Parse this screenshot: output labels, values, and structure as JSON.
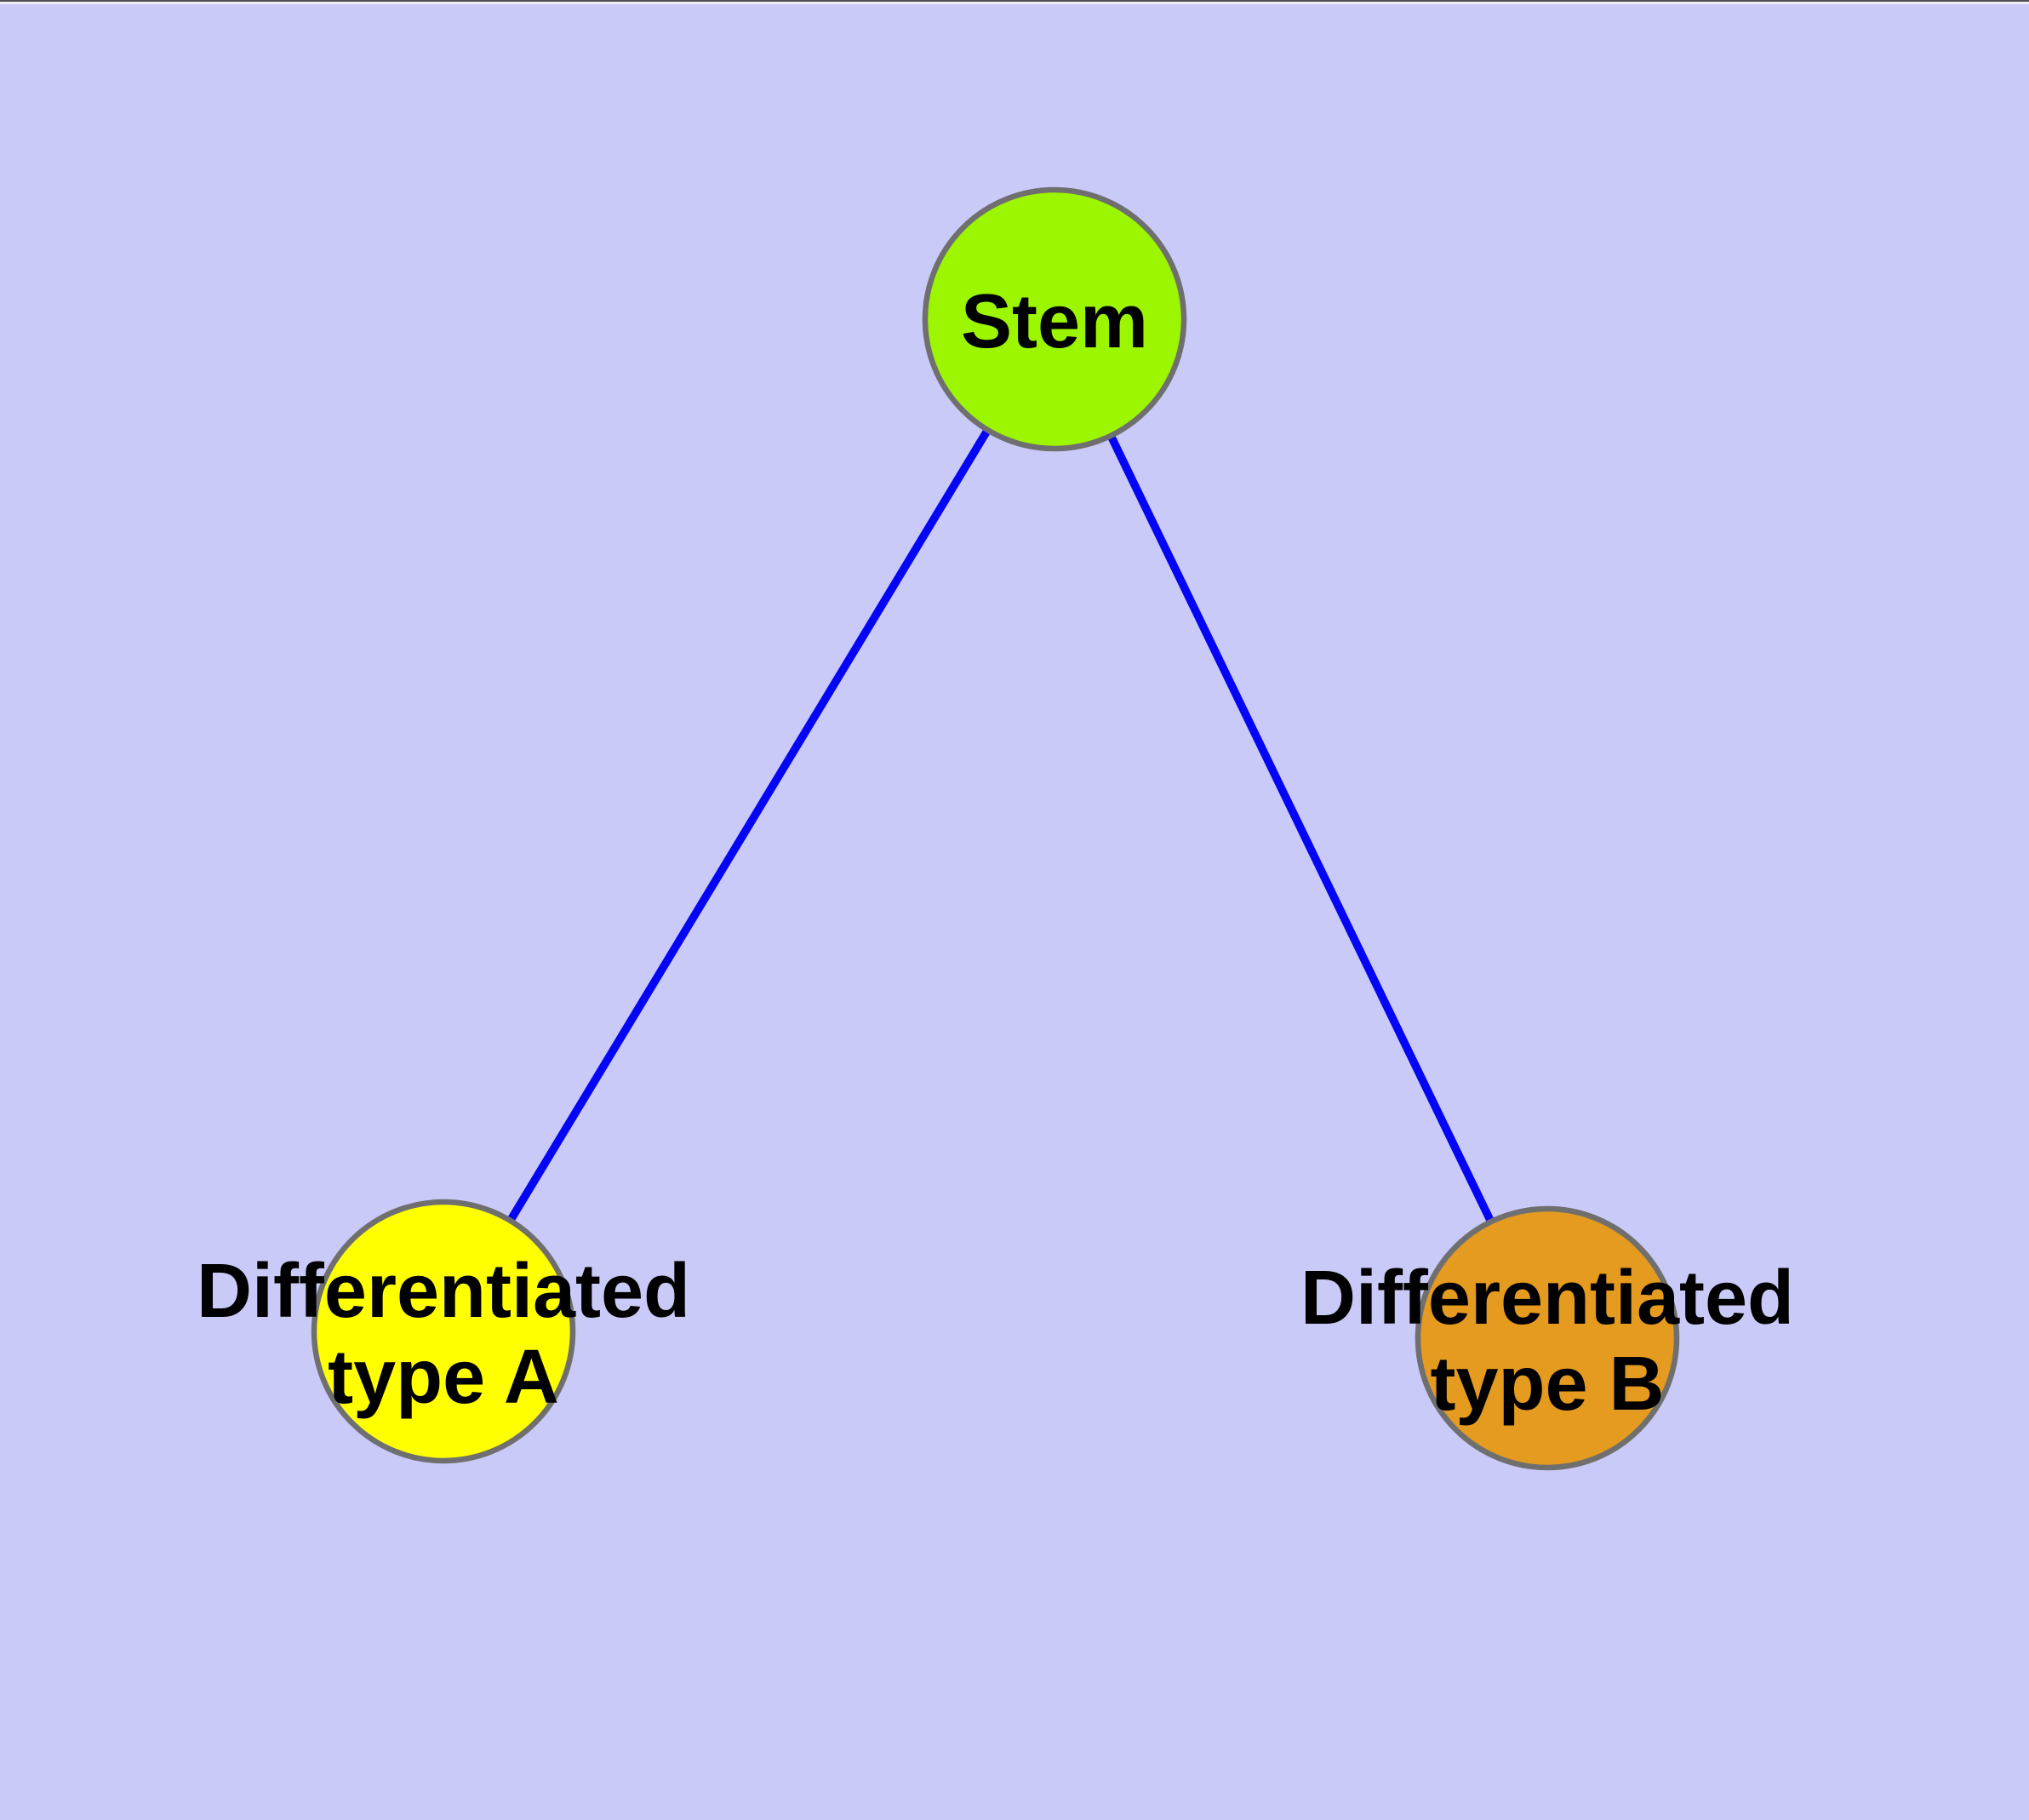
{
  "background": {
    "color": "#C9CAF7",
    "top_edge_dark": "#4F4F4F",
    "top_edge_light": "#EFEFFB"
  },
  "graph": {
    "node_stroke": "#6F6F6F",
    "edge_color": "#0505F5",
    "label_color": "#000000",
    "nodes": [
      {
        "id": "stem",
        "label": "Stem",
        "fill": "#9CF600"
      },
      {
        "id": "type-a",
        "label_line1": "Differentiated",
        "label_line2": "type A",
        "fill": "#FFFF00"
      },
      {
        "id": "type-b",
        "label_line1": "Differentiated",
        "label_line2": "type B",
        "fill": "#E59A20"
      }
    ],
    "edges": [
      {
        "from": "stem",
        "to": "type-a"
      },
      {
        "from": "stem",
        "to": "type-b"
      }
    ]
  }
}
